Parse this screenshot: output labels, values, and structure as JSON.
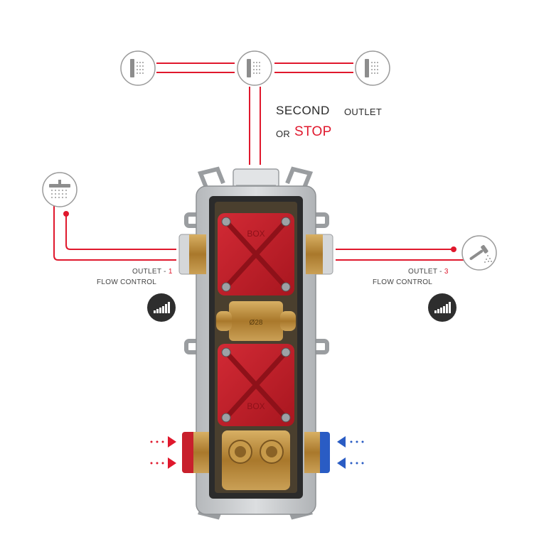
{
  "labels": {
    "second": "SECOND",
    "outlet": "OUTLET",
    "or": "OR",
    "stop": "STOP",
    "outlet1_prefix": "OUTLET -",
    "outlet1_num": "1",
    "outlet1_sub": "FLOW CONTROL",
    "outlet3_prefix": "OUTLET -",
    "outlet3_num": "3",
    "outlet3_sub": "FLOW CONTROL",
    "box_text": "BOX",
    "center_text": "Ø28"
  },
  "icons": {
    "top_left": "wall-shower-icon",
    "top_center": "wall-shower-icon",
    "top_right": "wall-shower-icon",
    "left": "overhead-shower-icon",
    "right": "hand-shower-icon",
    "flow_left": "flow-control-icon",
    "flow_right": "flow-control-icon"
  },
  "colors": {
    "pipe_red": "#e0182d",
    "hot": "#e0182d",
    "cold": "#2a5cc4",
    "icon_gray": "#9a9a9a",
    "body_gray": "#c9cccf",
    "cap_red": "#c8202c",
    "brass": "#b98d3a"
  }
}
